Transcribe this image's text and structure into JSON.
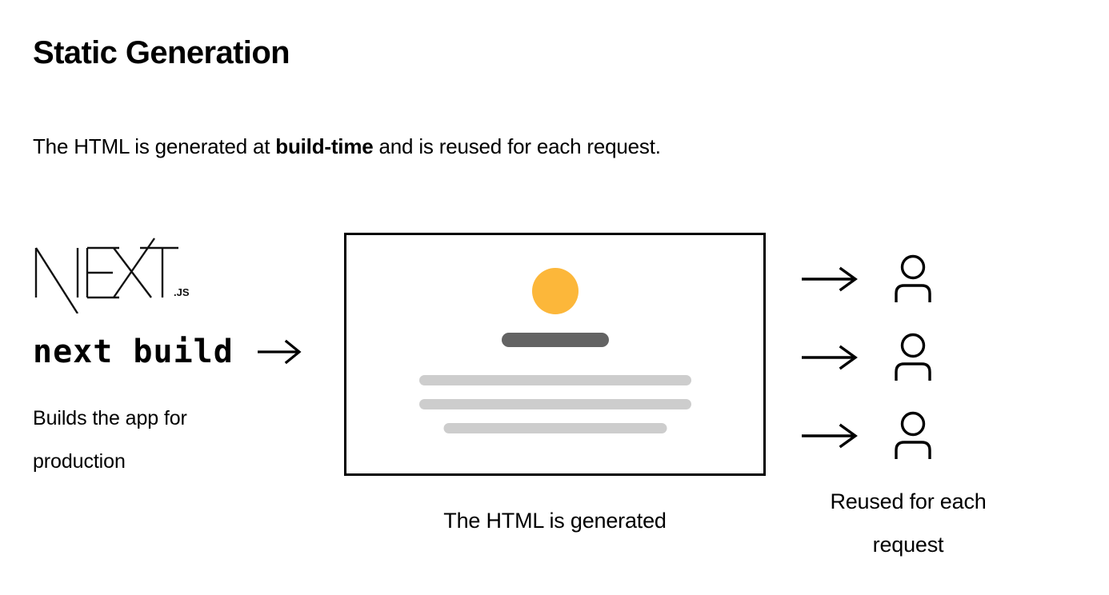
{
  "heading": {
    "title": "Static Generation"
  },
  "subtitle": {
    "part1": "The HTML is generated at ",
    "emphasis": "build-time",
    "part2": " and is reused for each request."
  },
  "left": {
    "logo_name": "nextjs-logo",
    "logo_wordmark": "NEXT",
    "logo_suffix": ".JS",
    "command": "next build",
    "arrow": "→",
    "caption_line1": "Builds the app for",
    "caption_line2": "production"
  },
  "center": {
    "mock_name": "generated-html-page",
    "circle_color": "#fcb73a",
    "heading_bar_color": "#636363",
    "text_line_color": "#cdcdcd",
    "border_color": "#000000",
    "caption": "The HTML is generated"
  },
  "right": {
    "requests": [
      {
        "arrow": "→",
        "user": "user-icon"
      },
      {
        "arrow": "→",
        "user": "user-icon"
      },
      {
        "arrow": "→",
        "user": "user-icon"
      }
    ],
    "caption_line1": "Reused for each",
    "caption_line2": "request"
  }
}
